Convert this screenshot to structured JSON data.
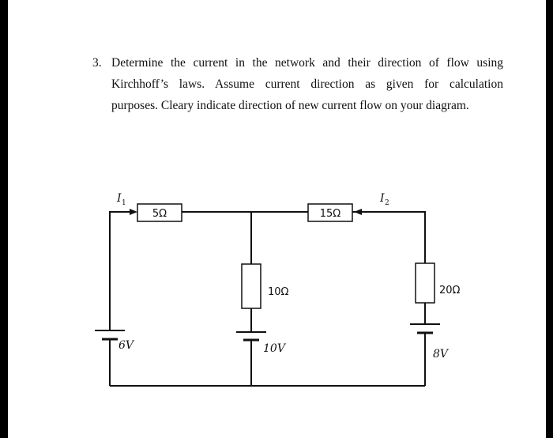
{
  "question": {
    "number": "3.",
    "lines": [
      "Determine the current in the network and their direction of flow using",
      "Kirchhoff’s laws. Assume current direction as given for calculation",
      "purposes. Cleary indicate direction of new current flow on your diagram."
    ]
  },
  "circuit": {
    "currents": [
      {
        "symbol": "I",
        "subscript": "1"
      },
      {
        "symbol": "I",
        "subscript": "2"
      }
    ],
    "resistors": {
      "r_5": "5Ω",
      "r_15": "15Ω",
      "r_10": "10Ω",
      "r_20": "20Ω"
    },
    "batteries": {
      "b_left": "6V",
      "b_middle": "10V",
      "b_right": "8V"
    }
  }
}
